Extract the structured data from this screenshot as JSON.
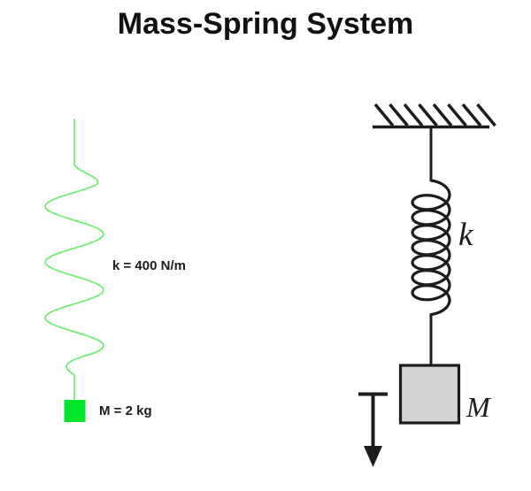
{
  "title": "Mass-Spring System",
  "left_diagram": {
    "spring_label": "k = 400 N/m",
    "mass_label": "M = 2 kg",
    "spring_color": "#6ded6d",
    "mass_color": "#00e42c"
  },
  "right_diagram": {
    "spring_label": "k",
    "mass_label": "M",
    "line_color": "#1c1c1c",
    "mass_fill": "#d3d3d3"
  }
}
